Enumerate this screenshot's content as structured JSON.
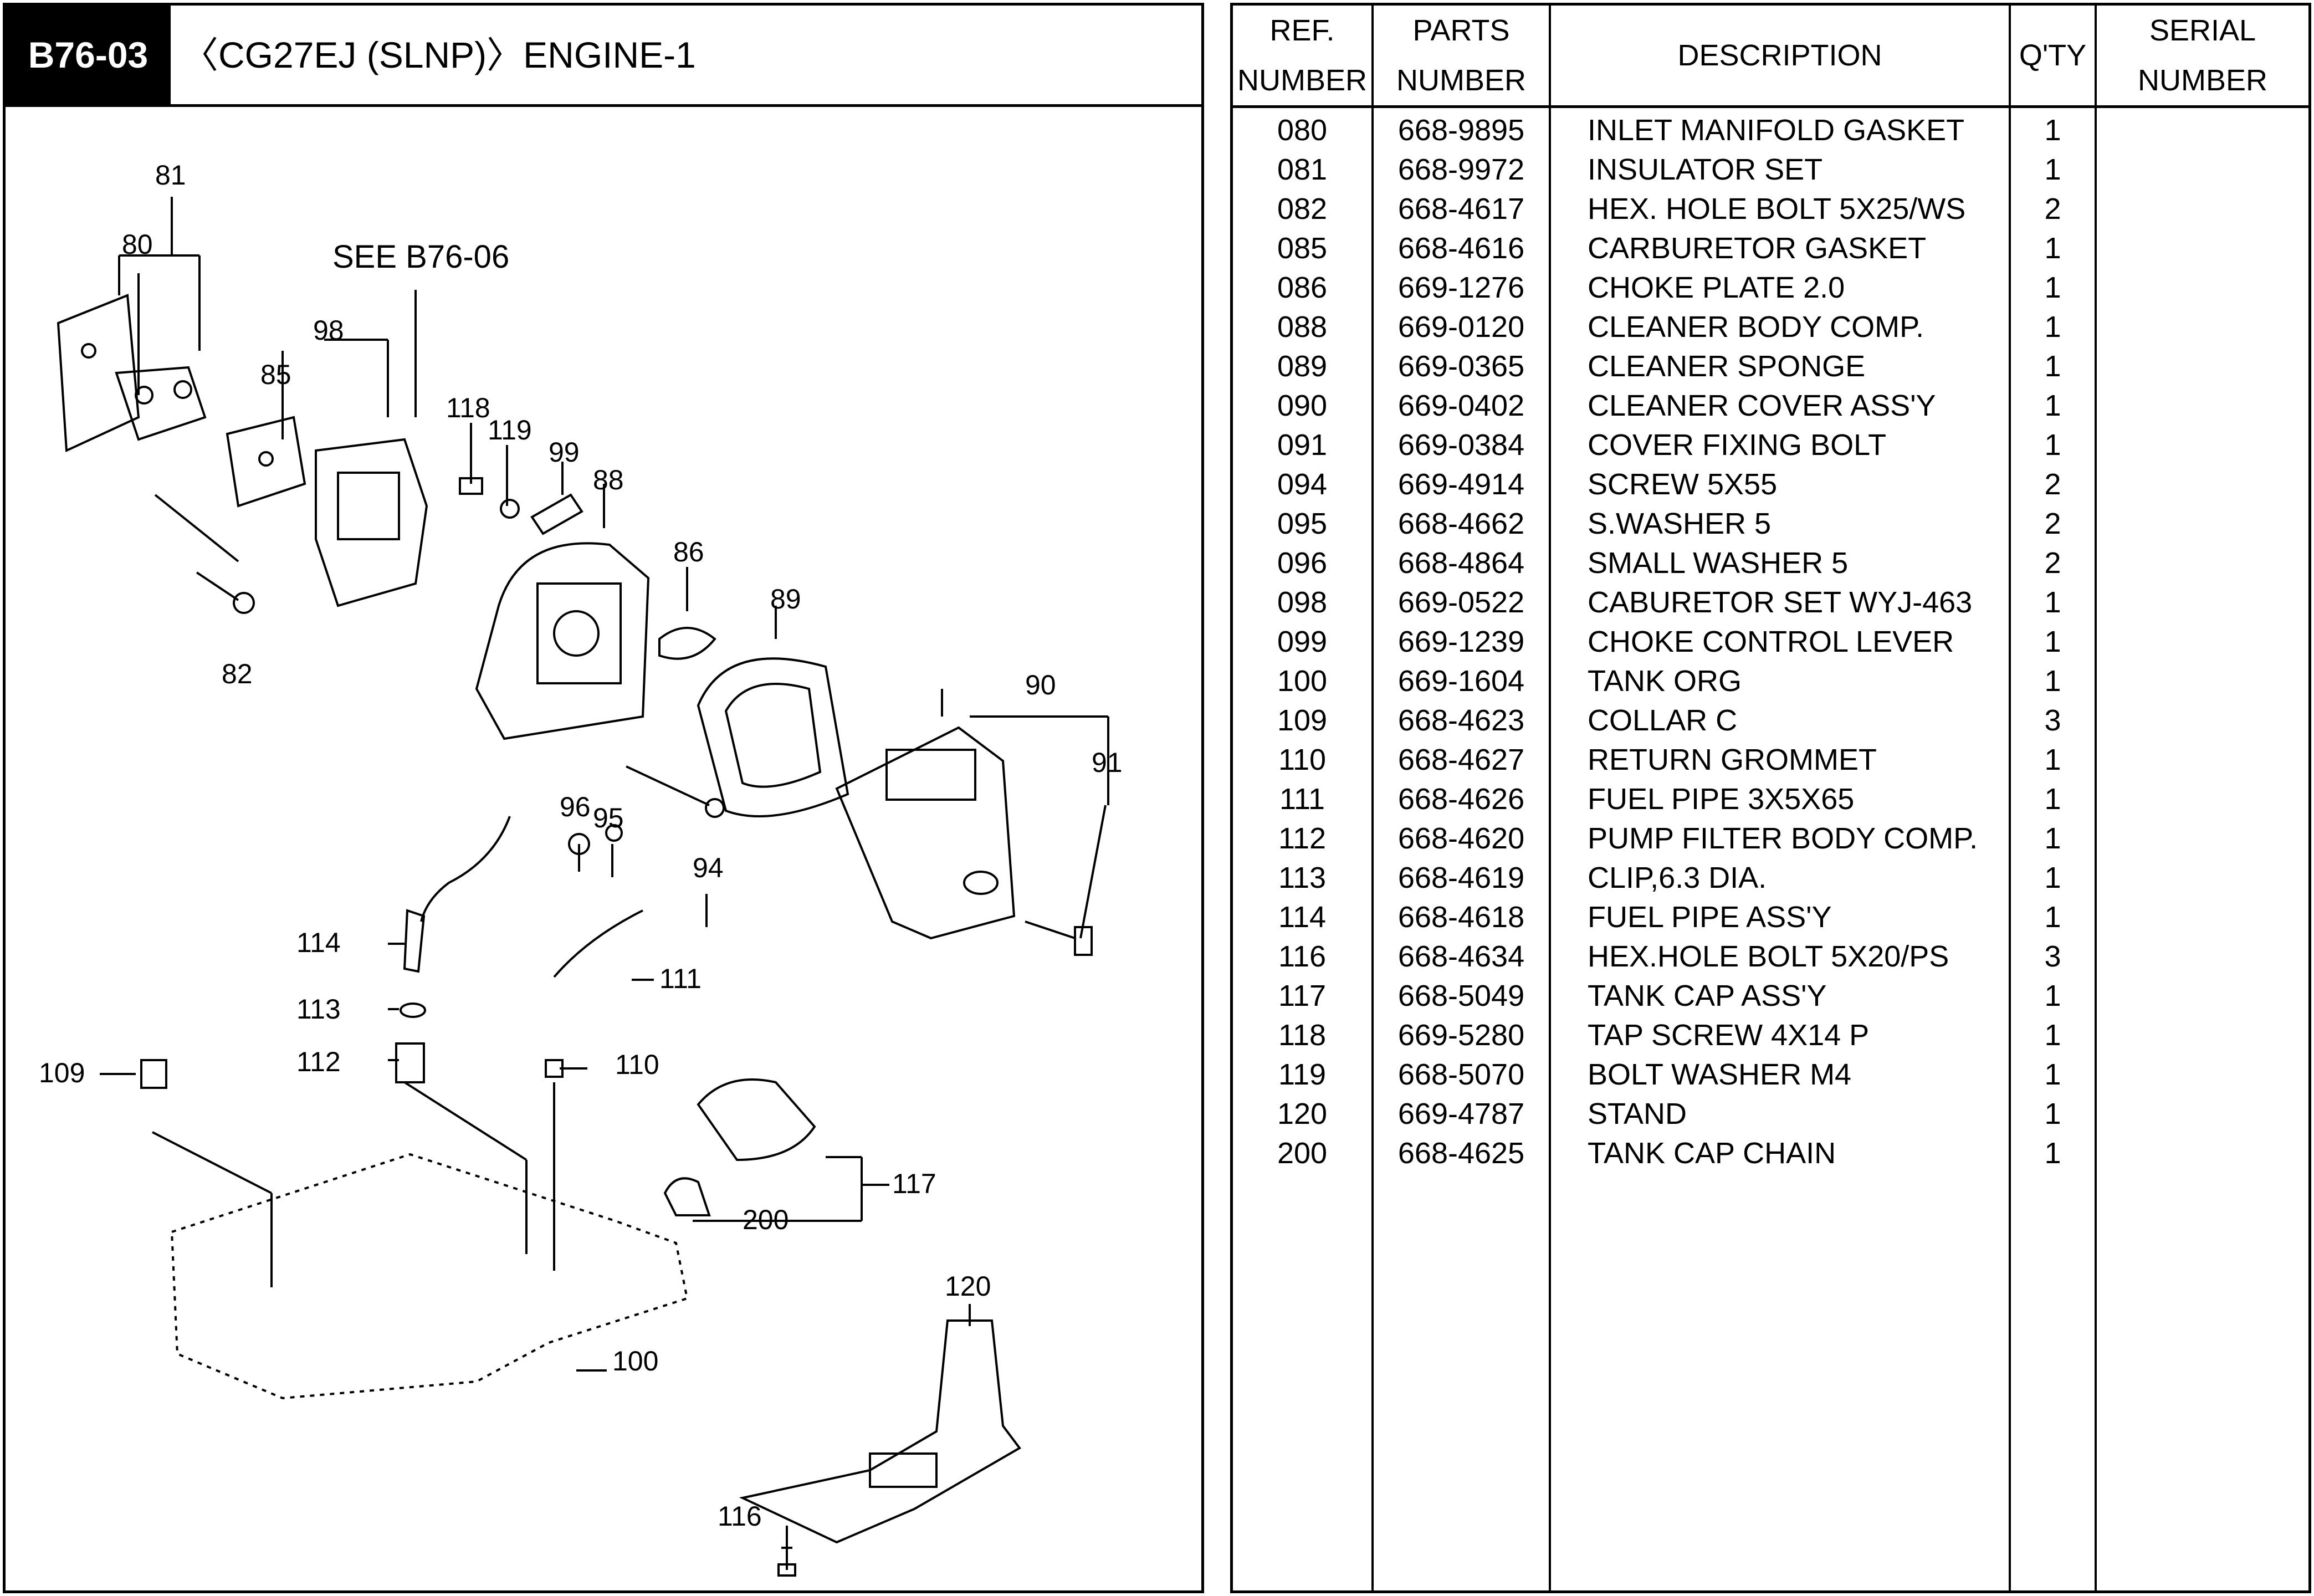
{
  "header": {
    "page_code": "B76-03",
    "title": "〈CG27EJ (SLNP)〉ENGINE-1"
  },
  "diagram": {
    "see_note": "SEE B76-06",
    "callouts": {
      "c081": "81",
      "c080": "80",
      "c098": "98",
      "c085": "85",
      "c118": "118",
      "c119": "119",
      "c099": "99",
      "c088": "88",
      "c086": "86",
      "c089": "89",
      "c082": "82",
      "c090": "90",
      "c091": "91",
      "c096": "96",
      "c095": "95",
      "c094": "94",
      "c114": "114",
      "c111": "111",
      "c113": "113",
      "c112": "112",
      "c110": "110",
      "c109": "109",
      "c117": "117",
      "c200": "200",
      "c120": "120",
      "c100": "100",
      "c116": "116"
    }
  },
  "table": {
    "headers": {
      "ref_line1": "REF.",
      "ref_line2": "NUMBER",
      "parts_line1": "PARTS",
      "parts_line2": "NUMBER",
      "description": "DESCRIPTION",
      "qty": "Q'TY",
      "serial_line1": "SERIAL",
      "serial_line2": "NUMBER"
    },
    "rows": [
      {
        "ref": "080",
        "part": "668-9895",
        "desc": "INLET MANIFOLD GASKET",
        "qty": "1"
      },
      {
        "ref": "081",
        "part": "668-9972",
        "desc": "INSULATOR SET",
        "qty": "1"
      },
      {
        "ref": "082",
        "part": "668-4617",
        "desc": "HEX. HOLE BOLT 5X25/WS",
        "qty": "2"
      },
      {
        "ref": "085",
        "part": "668-4616",
        "desc": "CARBURETOR GASKET",
        "qty": "1"
      },
      {
        "ref": "086",
        "part": "669-1276",
        "desc": "CHOKE PLATE 2.0",
        "qty": "1"
      },
      {
        "ref": "088",
        "part": "669-0120",
        "desc": "CLEANER BODY COMP.",
        "qty": "1"
      },
      {
        "ref": "089",
        "part": "669-0365",
        "desc": "CLEANER SPONGE",
        "qty": "1"
      },
      {
        "ref": "090",
        "part": "669-0402",
        "desc": "CLEANER COVER ASS'Y",
        "qty": "1"
      },
      {
        "ref": "091",
        "part": "669-0384",
        "desc": "COVER FIXING BOLT",
        "qty": "1"
      },
      {
        "ref": "094",
        "part": "669-4914",
        "desc": "SCREW 5X55",
        "qty": "2"
      },
      {
        "ref": "095",
        "part": "668-4662",
        "desc": "S.WASHER 5",
        "qty": "2"
      },
      {
        "ref": "096",
        "part": "668-4864",
        "desc": "SMALL WASHER 5",
        "qty": "2"
      },
      {
        "ref": "098",
        "part": "669-0522",
        "desc": "CABURETOR SET WYJ-463",
        "qty": "1"
      },
      {
        "ref": "099",
        "part": "669-1239",
        "desc": "CHOKE CONTROL LEVER",
        "qty": "1"
      },
      {
        "ref": "100",
        "part": "669-1604",
        "desc": "TANK ORG",
        "qty": "1"
      },
      {
        "ref": "109",
        "part": "668-4623",
        "desc": "COLLAR C",
        "qty": "3"
      },
      {
        "ref": "110",
        "part": "668-4627",
        "desc": "RETURN GROMMET",
        "qty": "1"
      },
      {
        "ref": "111",
        "part": "668-4626",
        "desc": "FUEL PIPE 3X5X65",
        "qty": "1"
      },
      {
        "ref": "112",
        "part": "668-4620",
        "desc": "PUMP FILTER BODY COMP.",
        "qty": "1"
      },
      {
        "ref": "113",
        "part": "668-4619",
        "desc": "CLIP,6.3 DIA.",
        "qty": "1"
      },
      {
        "ref": "114",
        "part": "668-4618",
        "desc": "FUEL PIPE ASS'Y",
        "qty": "1"
      },
      {
        "ref": "116",
        "part": "668-4634",
        "desc": "HEX.HOLE BOLT 5X20/PS",
        "qty": "3"
      },
      {
        "ref": "117",
        "part": "668-5049",
        "desc": "TANK CAP ASS'Y",
        "qty": "1"
      },
      {
        "ref": "118",
        "part": "669-5280",
        "desc": "TAP SCREW 4X14 P",
        "qty": "1"
      },
      {
        "ref": "119",
        "part": "668-5070",
        "desc": "BOLT WASHER M4",
        "qty": "1"
      },
      {
        "ref": "120",
        "part": "669-4787",
        "desc": "STAND",
        "qty": "1"
      },
      {
        "ref": "200",
        "part": "668-4625",
        "desc": "TANK CAP CHAIN",
        "qty": "1"
      }
    ]
  }
}
